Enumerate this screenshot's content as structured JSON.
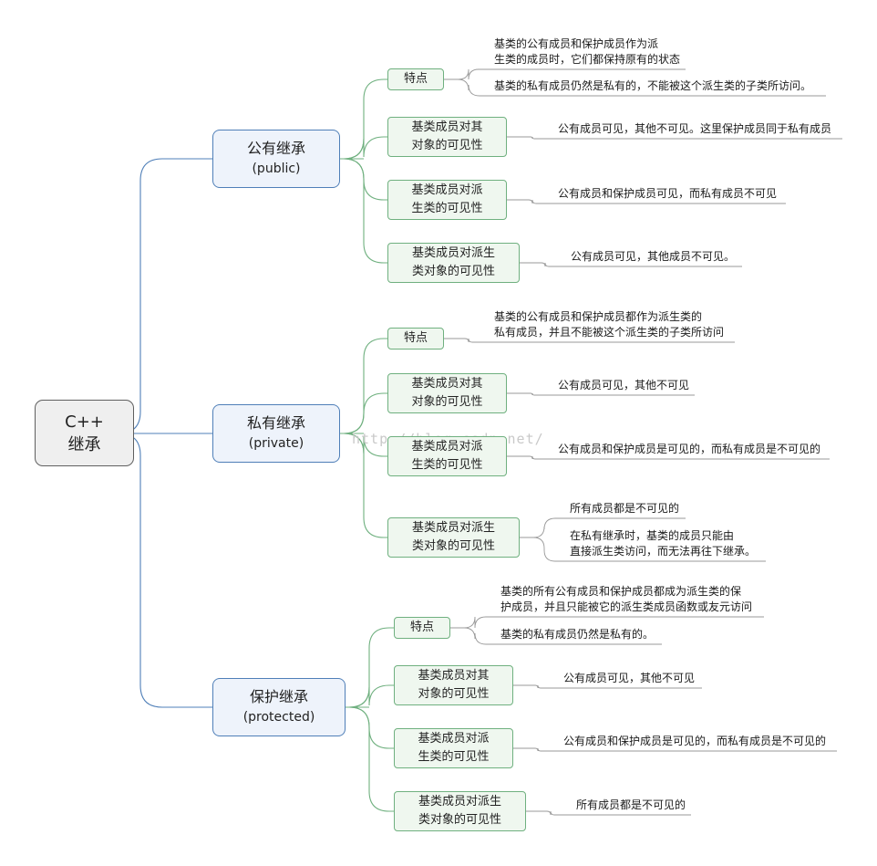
{
  "root": {
    "line1": "C++",
    "line2": "继承"
  },
  "watermark": "http://blog.csdn.net/",
  "branches": [
    {
      "title": "公有继承",
      "subtitle": "(public)",
      "children": [
        {
          "label": "特点",
          "notes": [
            "基类的公有成员和保护成员作为派\n生类的成员时，它们都保持原有的状态",
            "基类的私有成员仍然是私有的，不能被这个派生类的子类所访问。"
          ]
        },
        {
          "label": "基类成员对其\n对象的可见性",
          "notes": [
            "公有成员可见，其他不可见。这里保护成员同于私有成员"
          ]
        },
        {
          "label": "基类成员对派\n生类的可见性",
          "notes": [
            "公有成员和保护成员可见，而私有成员不可见"
          ]
        },
        {
          "label": "基类成员对派生\n类对象的可见性",
          "notes": [
            "公有成员可见，其他成员不可见。"
          ]
        }
      ]
    },
    {
      "title": "私有继承",
      "subtitle": "(private)",
      "children": [
        {
          "label": "特点",
          "notes": [
            "基类的公有成员和保护成员都作为派生类的\n私有成员，并且不能被这个派生类的子类所访问"
          ]
        },
        {
          "label": "基类成员对其\n对象的可见性",
          "notes": [
            "公有成员可见，其他不可见"
          ]
        },
        {
          "label": "基类成员对派\n生类的可见性",
          "notes": [
            "公有成员和保护成员是可见的，而私有成员是不可见的"
          ]
        },
        {
          "label": "基类成员对派生\n类对象的可见性",
          "notes": [
            "所有成员都是不可见的",
            "在私有继承时，基类的成员只能由\n直接派生类访问，而无法再往下继承。"
          ]
        }
      ]
    },
    {
      "title": "保护继承",
      "subtitle": "(protected)",
      "children": [
        {
          "label": "特点",
          "notes": [
            "基类的所有公有成员和保护成员都成为派生类的保\n护成员，并且只能被它的派生类成员函数或友元访问",
            "基类的私有成员仍然是私有的。"
          ]
        },
        {
          "label": "基类成员对其\n对象的可见性",
          "notes": [
            "公有成员可见，其他不可见"
          ]
        },
        {
          "label": "基类成员对派\n生类的可见性",
          "notes": [
            "公有成员和保护成员是可见的，而私有成员是不可见的"
          ]
        },
        {
          "label": "基类成员对派生\n类对象的可见性",
          "notes": [
            "所有成员都是不可见的"
          ]
        }
      ]
    }
  ],
  "colors": {
    "main_border": "#4f7fb8",
    "main_fill": "#eef3fb",
    "sub_border": "#6fb07f",
    "sub_fill": "#eff7ef",
    "root_border": "#5f5f5f",
    "root_fill": "#efefef",
    "note_line": "#9a9a9a"
  }
}
